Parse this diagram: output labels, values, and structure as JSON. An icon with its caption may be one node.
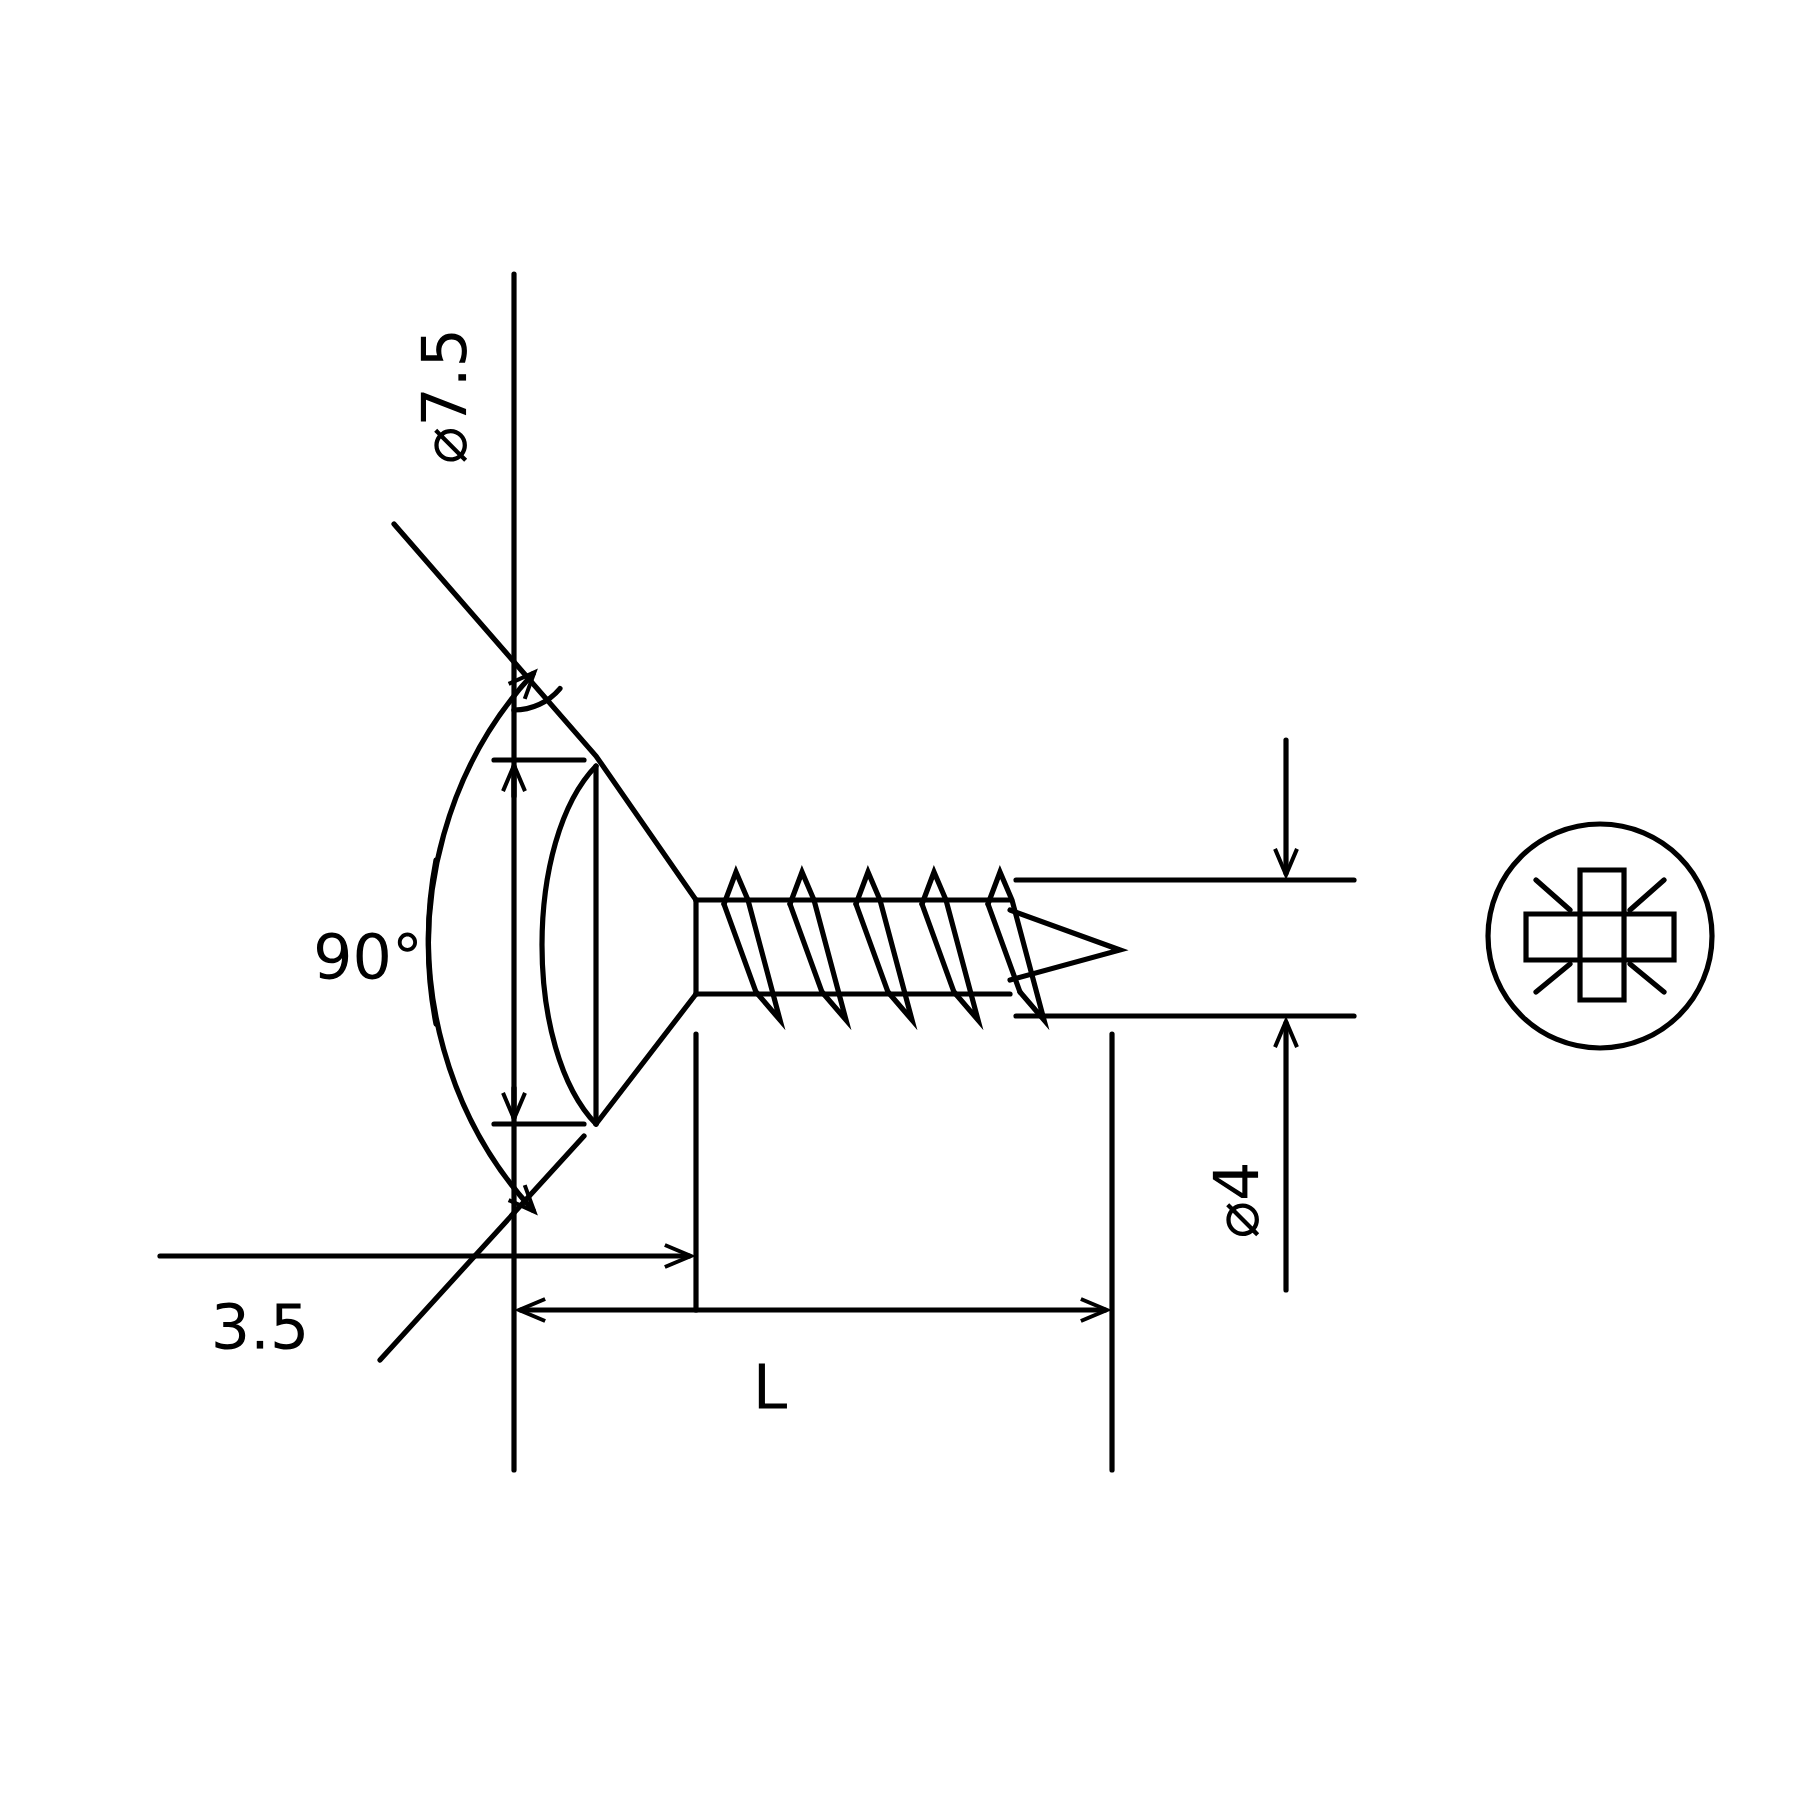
{
  "diagram": {
    "labels": [
      "⌀7.5",
      "90°",
      "3.5",
      "L",
      "⌀4"
    ]
  }
}
